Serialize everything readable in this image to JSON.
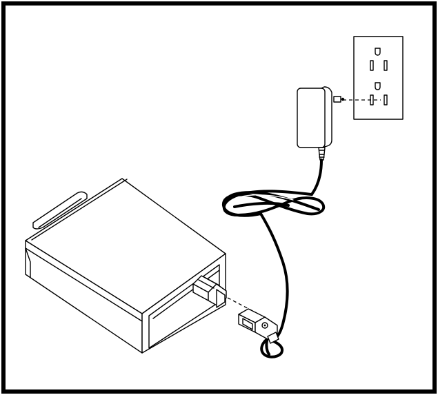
{
  "figure": {
    "kind": "illustration",
    "components": [
      {
        "name": "battery-charger-box",
        "icon": "charger-box-icon"
      },
      {
        "name": "battery-connector",
        "icon": "connector-plug-icon"
      },
      {
        "name": "charger-connector",
        "icon": "connector-plug-icon"
      },
      {
        "name": "ac-adapter",
        "icon": "wall-adapter-icon"
      },
      {
        "name": "wall-outlet",
        "icon": "duplex-outlet-icon"
      }
    ],
    "colors": {
      "ink": "#000000",
      "paper": "#ffffff"
    }
  }
}
